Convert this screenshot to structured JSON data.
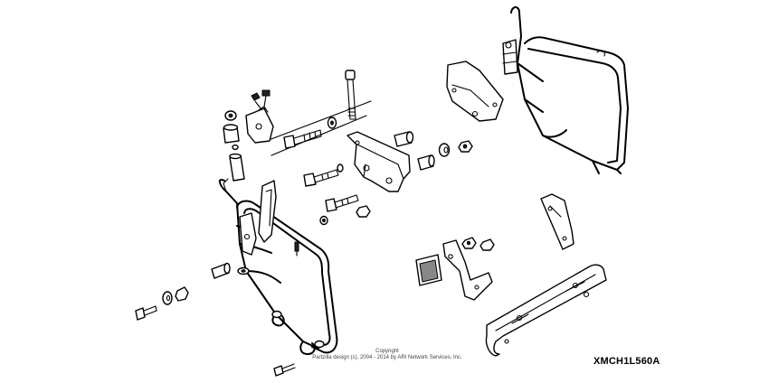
{
  "diagram": {
    "part_code": "XMCH1L560A",
    "copyright_line1": "Copyright",
    "copyright_line2": "Partzilla design (c), 2004 - 2014 by ARI Network Services, Inc."
  },
  "colors": {
    "line": "#000000",
    "background": "#ffffff",
    "shadow": "#888888"
  }
}
